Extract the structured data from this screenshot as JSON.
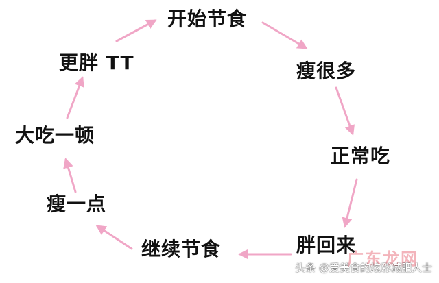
{
  "diagram": {
    "nodes": [
      {
        "id": "start-diet",
        "label": "开始节食"
      },
      {
        "id": "lose-a-lot",
        "label": "瘦很多"
      },
      {
        "id": "eat-normal",
        "label": "正常吃"
      },
      {
        "id": "gain-back",
        "label": "胖回来"
      },
      {
        "id": "continue-diet",
        "label": "继续节食"
      },
      {
        "id": "lose-a-little",
        "label": "瘦一点"
      },
      {
        "id": "binge-eat",
        "label": "大吃一顿"
      },
      {
        "id": "fatter",
        "label": "更胖 TT"
      }
    ],
    "edges": [
      {
        "from": "start-diet",
        "to": "lose-a-lot"
      },
      {
        "from": "lose-a-lot",
        "to": "eat-normal"
      },
      {
        "from": "eat-normal",
        "to": "gain-back"
      },
      {
        "from": "gain-back",
        "to": "continue-diet"
      },
      {
        "from": "continue-diet",
        "to": "lose-a-little"
      },
      {
        "from": "lose-a-little",
        "to": "binge-eat"
      },
      {
        "from": "binge-eat",
        "to": "fatter"
      },
      {
        "from": "fatter",
        "to": "start-diet"
      }
    ],
    "arrow_color": "#f0a6c6",
    "text_color": "#111111"
  },
  "watermark": {
    "text": "头条 @爱美食的炫彩减肥人士",
    "logo_text": "广东龙网"
  }
}
